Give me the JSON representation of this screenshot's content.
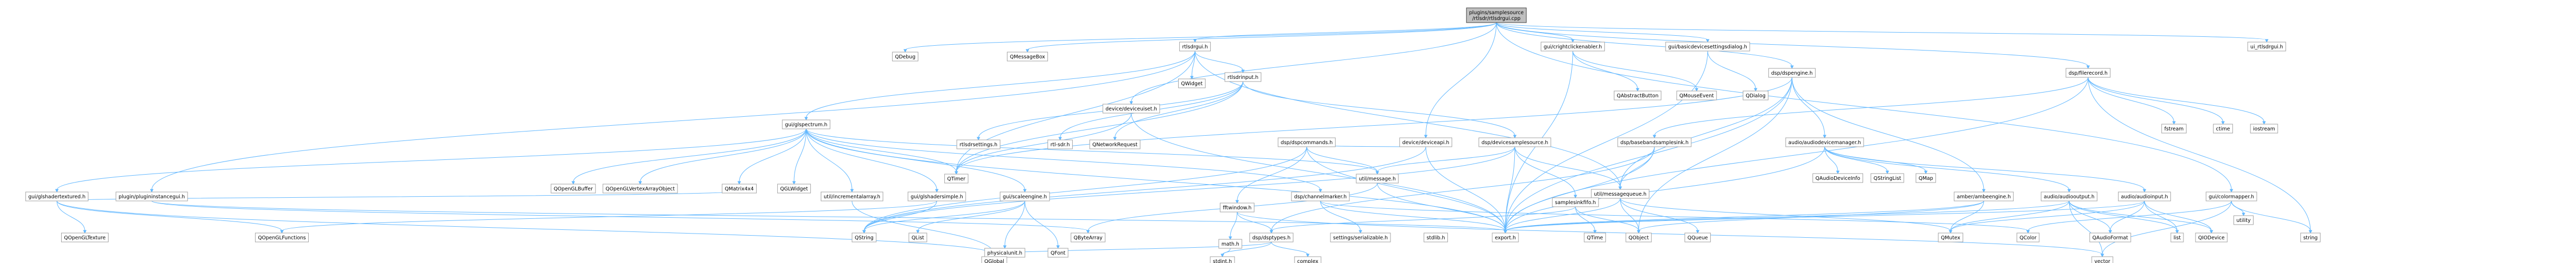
{
  "diagram": {
    "nodes": [
      {
        "id": "root",
        "lines": [
          "plugins/samplesource",
          "/rtlsdr/rtlsdrgui.cpp"
        ],
        "kind": "root"
      },
      {
        "id": "qdebug",
        "lines": [
          "QDebug"
        ]
      },
      {
        "id": "qmessagebox",
        "lines": [
          "QMessageBox"
        ]
      },
      {
        "id": "rtlsdrgui",
        "lines": [
          "rtlsdrgui.h"
        ]
      },
      {
        "id": "clickable",
        "lines": [
          "gui/crightclickenabler.h"
        ]
      },
      {
        "id": "basicdev",
        "lines": [
          "gui/basicdevicesettingsdialog.h"
        ]
      },
      {
        "id": "dspengine",
        "lines": [
          "dsp/dspengine.h"
        ]
      },
      {
        "id": "filerecord",
        "lines": [
          "dsp/filerecord.h"
        ]
      },
      {
        "id": "uirtl",
        "lines": [
          "ui_rtlsdrgui.h"
        ]
      },
      {
        "id": "qwidget",
        "lines": [
          "QWidget"
        ]
      },
      {
        "id": "rtlsdrinput",
        "lines": [
          "rtlsdrinput.h"
        ]
      },
      {
        "id": "qabstractbutton",
        "lines": [
          "QAbstractButton"
        ]
      },
      {
        "id": "qmouseevent",
        "lines": [
          "QMouseEvent"
        ]
      },
      {
        "id": "qdialog",
        "lines": [
          "QDialog"
        ]
      },
      {
        "id": "guispectrum",
        "lines": [
          "gui/glspectrum.h"
        ]
      },
      {
        "id": "deviceuiset",
        "lines": [
          "device/deviceuiset.h"
        ]
      },
      {
        "id": "rtlsdrsettings",
        "lines": [
          "rtlsdrsettings.h"
        ]
      },
      {
        "id": "rtlsdrh",
        "lines": [
          "rtl-sdr.h"
        ]
      },
      {
        "id": "qnetworkrequest",
        "lines": [
          "QNetworkRequest"
        ]
      },
      {
        "id": "dspcommands",
        "lines": [
          "dsp/dspcommands.h"
        ]
      },
      {
        "id": "deviceapi",
        "lines": [
          "device/deviceapi.h"
        ]
      },
      {
        "id": "devicesamplesource",
        "lines": [
          "dsp/devicesamplesource.h"
        ]
      },
      {
        "id": "basebandsamplesink",
        "lines": [
          "dsp/basebandsamplesink.h"
        ]
      },
      {
        "id": "audiodevicemanager",
        "lines": [
          "audio/audiodevicemanager.h"
        ]
      },
      {
        "id": "glshaderscaled",
        "lines": [
          "gui/glshadertextured.h"
        ]
      },
      {
        "id": "pluginstance",
        "lines": [
          "plugin/plugininstancegui.h"
        ]
      },
      {
        "id": "qopenglbuffer",
        "lines": [
          "QOpenGLBuffer"
        ]
      },
      {
        "id": "qopenglvao",
        "lines": [
          "QOpenGLVertexArrayObject"
        ]
      },
      {
        "id": "qmatrix4x4",
        "lines": [
          "QMatrix4x4"
        ]
      },
      {
        "id": "qglwidget",
        "lines": [
          "QGLWidget"
        ]
      },
      {
        "id": "incrementalarray",
        "lines": [
          "util/incrementalarray.h"
        ]
      },
      {
        "id": "glshadersimple",
        "lines": [
          "gui/glshadersimple.h"
        ]
      },
      {
        "id": "scaleengine",
        "lines": [
          "gui/scaleengine.h"
        ]
      },
      {
        "id": "qtimer",
        "lines": [
          "QTimer"
        ]
      },
      {
        "id": "message",
        "lines": [
          "util/message.h"
        ]
      },
      {
        "id": "fftwindow",
        "lines": [
          "fftwindow.h"
        ]
      },
      {
        "id": "dspchannelmarker",
        "lines": [
          "dsp/channelmarker.h"
        ]
      },
      {
        "id": "messagequeue",
        "lines": [
          "util/messagequeue.h"
        ]
      },
      {
        "id": "samplesinkfifo",
        "lines": [
          "samplesinkfifo.h"
        ]
      },
      {
        "id": "qaudiodeviceinfo",
        "lines": [
          "QAudioDeviceInfo"
        ]
      },
      {
        "id": "qstringlist",
        "lines": [
          "QStringList"
        ]
      },
      {
        "id": "qmap",
        "lines": [
          "QMap"
        ]
      },
      {
        "id": "amberengine",
        "lines": [
          "amber/ambeengine.h"
        ]
      },
      {
        "id": "audiooutput",
        "lines": [
          "audio/audiooutput.h"
        ]
      },
      {
        "id": "audioinput",
        "lines": [
          "audio/audioinput.h"
        ]
      },
      {
        "id": "colormapper",
        "lines": [
          "gui/colormapper.h"
        ]
      },
      {
        "id": "fstream",
        "lines": [
          "fstream"
        ]
      },
      {
        "id": "ctime",
        "lines": [
          "ctime"
        ]
      },
      {
        "id": "iostream",
        "lines": [
          "iostream"
        ]
      },
      {
        "id": "qopengltexture",
        "lines": [
          "QOpenGLTexture"
        ]
      },
      {
        "id": "qopenglfunctions",
        "lines": [
          "QOpenGLFunctions"
        ]
      },
      {
        "id": "qstring",
        "lines": [
          "QString"
        ]
      },
      {
        "id": "qlist",
        "lines": [
          "QList"
        ]
      },
      {
        "id": "qbytearray",
        "lines": [
          "QByteArray"
        ]
      },
      {
        "id": "physicalunit",
        "lines": [
          "physicalunit.h"
        ]
      },
      {
        "id": "qfont",
        "lines": [
          "QFont"
        ]
      },
      {
        "id": "mathh",
        "lines": [
          "math.h"
        ]
      },
      {
        "id": "dsptypes",
        "lines": [
          "dsp/dsptypes.h"
        ]
      },
      {
        "id": "settings",
        "lines": [
          "settings/serializable.h"
        ]
      },
      {
        "id": "stdlib",
        "lines": [
          "stdlib.h"
        ]
      },
      {
        "id": "exporth",
        "lines": [
          "export.h"
        ]
      },
      {
        "id": "qtime",
        "lines": [
          "QTime"
        ]
      },
      {
        "id": "qobject",
        "lines": [
          "QObject"
        ]
      },
      {
        "id": "qqueue",
        "lines": [
          "QQueue"
        ]
      },
      {
        "id": "qmutex",
        "lines": [
          "QMutex"
        ]
      },
      {
        "id": "qcolor",
        "lines": [
          "QColor"
        ]
      },
      {
        "id": "qaudioformat",
        "lines": [
          "QAudioFormat"
        ]
      },
      {
        "id": "list",
        "lines": [
          "list"
        ]
      },
      {
        "id": "qiodevice",
        "lines": [
          "QIODevice"
        ]
      },
      {
        "id": "string",
        "lines": [
          "string"
        ]
      },
      {
        "id": "utility",
        "lines": [
          "utility"
        ]
      },
      {
        "id": "complex",
        "lines": [
          "complex"
        ]
      },
      {
        "id": "qglobal",
        "lines": [
          "QGlobal"
        ]
      },
      {
        "id": "stdint",
        "lines": [
          "stdint.h"
        ]
      },
      {
        "id": "vector",
        "lines": [
          "vector"
        ]
      }
    ],
    "edges": [
      [
        "root",
        "qdebug"
      ],
      [
        "root",
        "qmessagebox"
      ],
      [
        "root",
        "rtlsdrgui"
      ],
      [
        "root",
        "clickable"
      ],
      [
        "root",
        "basicdev"
      ],
      [
        "root",
        "dspengine"
      ],
      [
        "root",
        "filerecord"
      ],
      [
        "root",
        "uirtl"
      ],
      [
        "root",
        "deviceuiset"
      ],
      [
        "root",
        "deviceapi"
      ],
      [
        "root",
        "colormapper"
      ],
      [
        "rtlsdrgui",
        "qwidget"
      ],
      [
        "rtlsdrgui",
        "rtlsdrinput"
      ],
      [
        "rtlsdrgui",
        "guispectrum"
      ],
      [
        "rtlsdrgui",
        "pluginstance"
      ],
      [
        "rtlsdrgui",
        "messagequeue"
      ],
      [
        "rtlsdrgui",
        "qtimer"
      ],
      [
        "clickable",
        "qabstractbutton"
      ],
      [
        "clickable",
        "qmouseevent"
      ],
      [
        "clickable",
        "exporth"
      ],
      [
        "basicdev",
        "qdialog"
      ],
      [
        "basicdev",
        "exporth"
      ],
      [
        "dspengine",
        "qobject"
      ],
      [
        "dspengine",
        "audiodevicemanager"
      ],
      [
        "dspengine",
        "messagequeue"
      ],
      [
        "dspengine",
        "exporth"
      ],
      [
        "dspengine",
        "qtimer"
      ],
      [
        "dspengine",
        "amberengine"
      ],
      [
        "filerecord",
        "basebandsamplesink"
      ],
      [
        "filerecord",
        "exporth"
      ],
      [
        "filerecord",
        "string"
      ],
      [
        "filerecord",
        "fstream"
      ],
      [
        "filerecord",
        "ctime"
      ],
      [
        "filerecord",
        "iostream"
      ],
      [
        "rtlsdrinput",
        "rtlsdrsettings"
      ],
      [
        "rtlsdrinput",
        "rtlsdrh"
      ],
      [
        "rtlsdrinput",
        "qnetworkrequest"
      ],
      [
        "rtlsdrinput",
        "devicesamplesource"
      ],
      [
        "rtlsdrinput",
        "qtimer"
      ],
      [
        "guispectrum",
        "glshaderscaled"
      ],
      [
        "guispectrum",
        "qopenglbuffer"
      ],
      [
        "guispectrum",
        "qopenglvao"
      ],
      [
        "guispectrum",
        "qmatrix4x4"
      ],
      [
        "guispectrum",
        "qglwidget"
      ],
      [
        "guispectrum",
        "incrementalarray"
      ],
      [
        "guispectrum",
        "glshadersimple"
      ],
      [
        "guispectrum",
        "scaleengine"
      ],
      [
        "guispectrum",
        "qtimer"
      ],
      [
        "guispectrum",
        "message"
      ],
      [
        "guispectrum",
        "exporth"
      ],
      [
        "guispectrum",
        "dspchannelmarker"
      ],
      [
        "deviceuiset",
        "qtimer"
      ],
      [
        "deviceuiset",
        "exporth"
      ],
      [
        "dspcommands",
        "qstring"
      ],
      [
        "dspcommands",
        "message"
      ],
      [
        "dspcommands",
        "fftwindow"
      ],
      [
        "dspcommands",
        "exporth"
      ],
      [
        "deviceapi",
        "qstring"
      ],
      [
        "deviceapi",
        "dspcommands"
      ],
      [
        "deviceapi",
        "exporth"
      ],
      [
        "devicesamplesource",
        "qstring"
      ],
      [
        "devicesamplesource",
        "message"
      ],
      [
        "devicesamplesource",
        "messagequeue"
      ],
      [
        "devicesamplesource",
        "samplesinkfifo"
      ],
      [
        "devicesamplesource",
        "exporth"
      ],
      [
        "basebandsamplesink",
        "dsptypes"
      ],
      [
        "basebandsamplesink",
        "messagequeue"
      ],
      [
        "basebandsamplesink",
        "exporth"
      ],
      [
        "audiodevicemanager",
        "qaudiodeviceinfo"
      ],
      [
        "audiodevicemanager",
        "qstringlist"
      ],
      [
        "audiodevicemanager",
        "qmap"
      ],
      [
        "audiodevicemanager",
        "audiooutput"
      ],
      [
        "audiodevicemanager",
        "audioinput"
      ],
      [
        "audiodevicemanager",
        "exporth"
      ],
      [
        "glshaderscaled",
        "qopengltexture"
      ],
      [
        "glshaderscaled",
        "qopenglfunctions"
      ],
      [
        "glshaderscaled",
        "qmatrix4x4"
      ],
      [
        "pluginstance",
        "qbytearray"
      ],
      [
        "pluginstance",
        "exporth"
      ],
      [
        "glshadersimple",
        "qopenglfunctions"
      ],
      [
        "glshadersimple",
        "qstring"
      ],
      [
        "scaleengine",
        "physicalunit"
      ],
      [
        "scaleengine",
        "qfont"
      ],
      [
        "scaleengine",
        "qstring"
      ],
      [
        "scaleengine",
        "qlist"
      ],
      [
        "message",
        "qbytearray"
      ],
      [
        "message",
        "exporth"
      ],
      [
        "fftwindow",
        "mathh"
      ],
      [
        "fftwindow",
        "dsptypes"
      ],
      [
        "fftwindow",
        "vector"
      ],
      [
        "dspchannelmarker",
        "settings"
      ],
      [
        "dspchannelmarker",
        "qcolor"
      ],
      [
        "dspchannelmarker",
        "exporth"
      ],
      [
        "messagequeue",
        "qqueue"
      ],
      [
        "messagequeue",
        "qmutex"
      ],
      [
        "messagequeue",
        "qobject"
      ],
      [
        "messagequeue",
        "exporth"
      ],
      [
        "samplesinkfifo",
        "qtime"
      ],
      [
        "samplesinkfifo",
        "qobject"
      ],
      [
        "samplesinkfifo",
        "dsptypes"
      ],
      [
        "amberengine",
        "qmutex"
      ],
      [
        "amberengine",
        "qobject"
      ],
      [
        "amberengine",
        "exporth"
      ],
      [
        "audiooutput",
        "qmutex"
      ],
      [
        "audiooutput",
        "qaudioformat"
      ],
      [
        "audiooutput",
        "list"
      ],
      [
        "audiooutput",
        "qiodevice"
      ],
      [
        "audiooutput",
        "exporth"
      ],
      [
        "audiooutput",
        "vector"
      ],
      [
        "audioinput",
        "qmutex"
      ],
      [
        "audioinput",
        "qaudioformat"
      ],
      [
        "audioinput",
        "list"
      ],
      [
        "audioinput",
        "qiodevice"
      ],
      [
        "audioinput",
        "exporth"
      ],
      [
        "colormapper",
        "qcolor"
      ],
      [
        "colormapper",
        "string"
      ],
      [
        "colormapper",
        "utility"
      ],
      [
        "colormapper",
        "vector"
      ],
      [
        "dsptypes",
        "complex"
      ],
      [
        "dsptypes",
        "qglobal"
      ],
      [
        "dsptypes",
        "stdint"
      ],
      [
        "mathh",
        "stdint"
      ],
      [
        "incrementalarray",
        "qglobal"
      ],
      [
        "glshaderscaled",
        "qglobal"
      ]
    ]
  }
}
